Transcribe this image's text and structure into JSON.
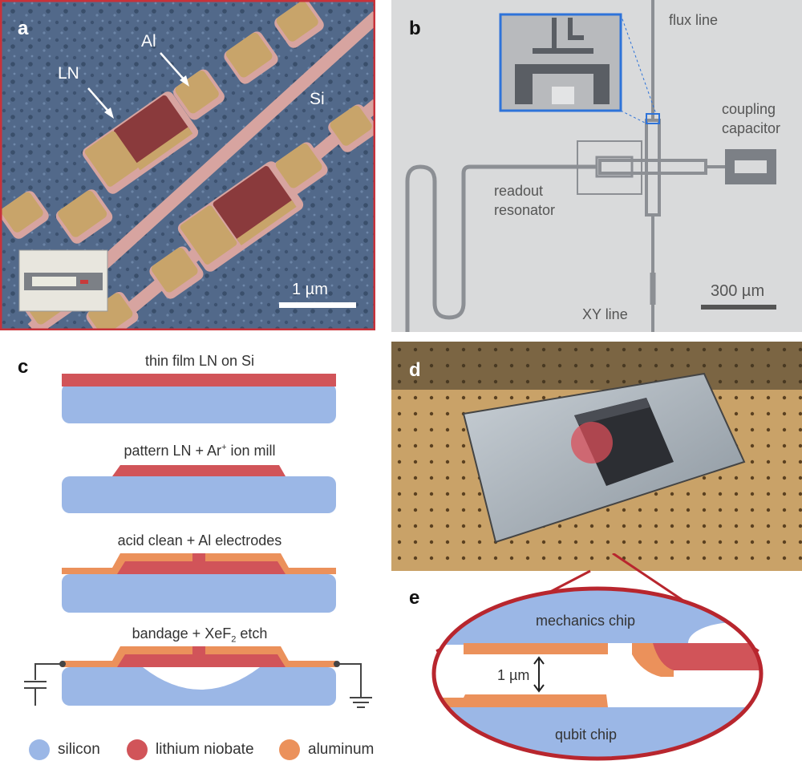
{
  "panels": {
    "a": {
      "label": "a",
      "annotations": {
        "ln": "LN",
        "al": "Al",
        "si": "Si"
      },
      "scalebar": "1 µm",
      "colors": {
        "border": "#c8323a",
        "substrate": "#4f6782",
        "aluminum": "#c8a46a",
        "ln": "#8a3a3c",
        "pad_edge": "#d7a4a0"
      }
    },
    "b": {
      "label": "b",
      "annotations": {
        "flux_line": "flux line",
        "coupling_capacitor_1": "coupling",
        "coupling_capacitor_2": "capacitor",
        "readout_resonator_1": "readout",
        "readout_resonator_2": "resonator",
        "xy_line": "XY line"
      },
      "scalebar": "300 µm",
      "colors": {
        "background": "#d9dadb",
        "trace": "#8c8f94",
        "inset_border": "#2e73d9"
      }
    },
    "c": {
      "label": "c",
      "steps": [
        {
          "title": "thin film LN on Si"
        },
        {
          "title_pre": "pattern LN + Ar",
          "title_sup": "+",
          "title_post": " ion mill"
        },
        {
          "title": "acid clean + Al electrodes"
        },
        {
          "title_pre": "bandage + XeF",
          "title_sub": "2",
          "title_post": " etch"
        }
      ],
      "colors": {
        "silicon": "#9bb7e6",
        "lithium_niobate": "#d15459",
        "aluminum": "#eb915b"
      }
    },
    "d": {
      "label": "d",
      "colors": {
        "board": "#c9a268",
        "chip": "#aab4bd",
        "top_chip": "#2c2e33",
        "highlight": "#d94f5a"
      }
    },
    "e": {
      "label": "e",
      "mechanics_chip": "mechanics chip",
      "qubit_chip": "qubit chip",
      "gap": "1 µm",
      "colors": {
        "outline": "#b8262e",
        "silicon": "#9bb7e6",
        "aluminum": "#eb915b",
        "ln": "#d15459"
      }
    }
  },
  "legend": [
    {
      "label": "silicon",
      "color": "#9bb7e6"
    },
    {
      "label": "lithium niobate",
      "color": "#d15459"
    },
    {
      "label": "aluminum",
      "color": "#eb915b"
    }
  ]
}
